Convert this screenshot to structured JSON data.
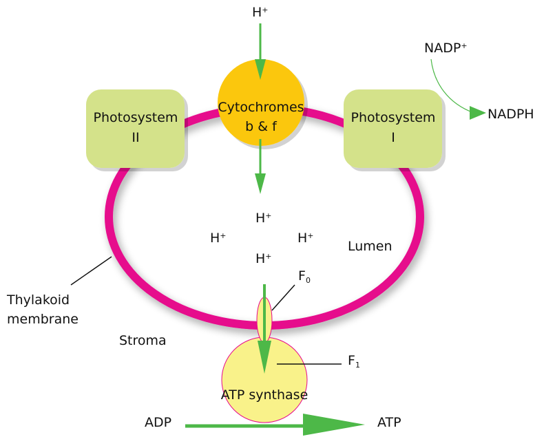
{
  "title": "Light reactions: thylakoid membrane, electron transport and ATP synthase",
  "colors": {
    "membrane": "#E6088C",
    "photosystem_fill": "#D4E28A",
    "cytochrome_fill": "#FBC70E",
    "atp_synthase_fill": "#F9F28A",
    "arrow_green": "#4DB848",
    "shadow": "#CFCFCF"
  },
  "labels": {
    "h_plus_top": {
      "base": "H",
      "sup": "+"
    },
    "cytochromes_line1": "Cytochromes",
    "cytochromes_line2": "b & f",
    "photosystem_ii_line1": "Photosystem",
    "photosystem_ii_line2": "II",
    "photosystem_i_line1": "Photosystem",
    "photosystem_i_line2": "I",
    "nadp": {
      "base": "NADP",
      "sup": "+"
    },
    "nadph": "NADPH",
    "lumen_protons": [
      {
        "base": "H",
        "sup": "+"
      },
      {
        "base": "H",
        "sup": "+"
      },
      {
        "base": "H",
        "sup": "+"
      },
      {
        "base": "H",
        "sup": "+"
      }
    ],
    "lumen": "Lumen",
    "f0": {
      "base": "F",
      "sub": "0"
    },
    "f1": {
      "base": "F",
      "sub": "1"
    },
    "thylakoid_line1": "Thylakoid",
    "thylakoid_line2": "membrane",
    "stroma": "Stroma",
    "atp_synthase": "ATP synthase",
    "adp": "ADP",
    "atp": "ATP"
  }
}
